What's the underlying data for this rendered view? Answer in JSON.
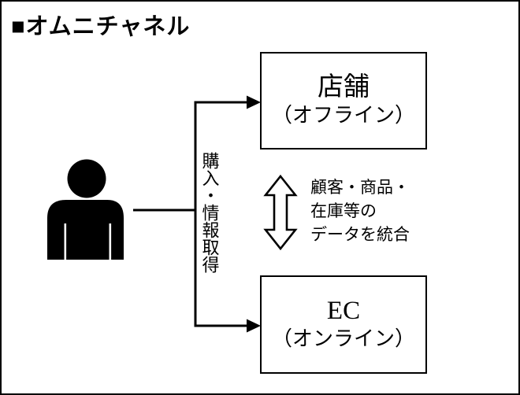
{
  "title": "■オムニチャネル",
  "boxes": {
    "store": {
      "line1": "店舗",
      "line2": "（オフライン）"
    },
    "ec": {
      "line1": "EC",
      "line2": "（オンライン）"
    }
  },
  "labels": {
    "purchase_info": "購入・情報取得",
    "integration": "顧客・商品・\n在庫等の\nデータを統合"
  },
  "icons": {
    "person": "person-silhouette",
    "sync": "double-vertical-arrow",
    "branch_arrows": "right-arrowheads"
  },
  "colors": {
    "ink": "#000000",
    "background": "#ffffff"
  }
}
